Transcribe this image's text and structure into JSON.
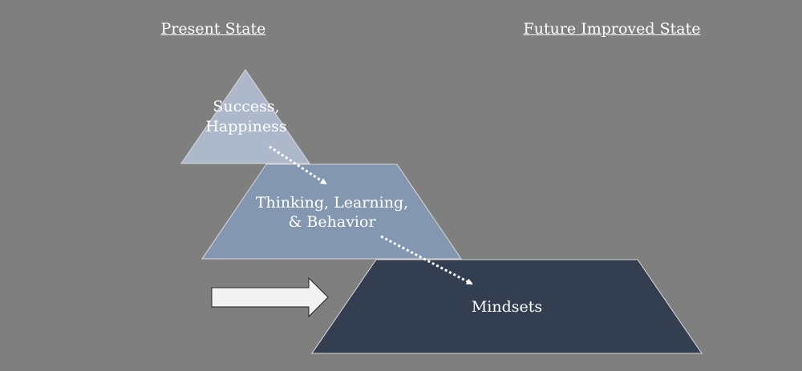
{
  "titles": {
    "present": "Present State",
    "future": "Future Improved State"
  },
  "levels": {
    "top": [
      "Success,",
      "Happiness"
    ],
    "middle": [
      "Thinking, Learning,",
      "& Behavior"
    ],
    "bottom": "Mindsets"
  },
  "colors": {
    "background": "#7f7f7f",
    "top": "#adb9ca",
    "middle": "#8497b0",
    "bottom": "#333f50",
    "arrow": "#f2f2f2"
  }
}
